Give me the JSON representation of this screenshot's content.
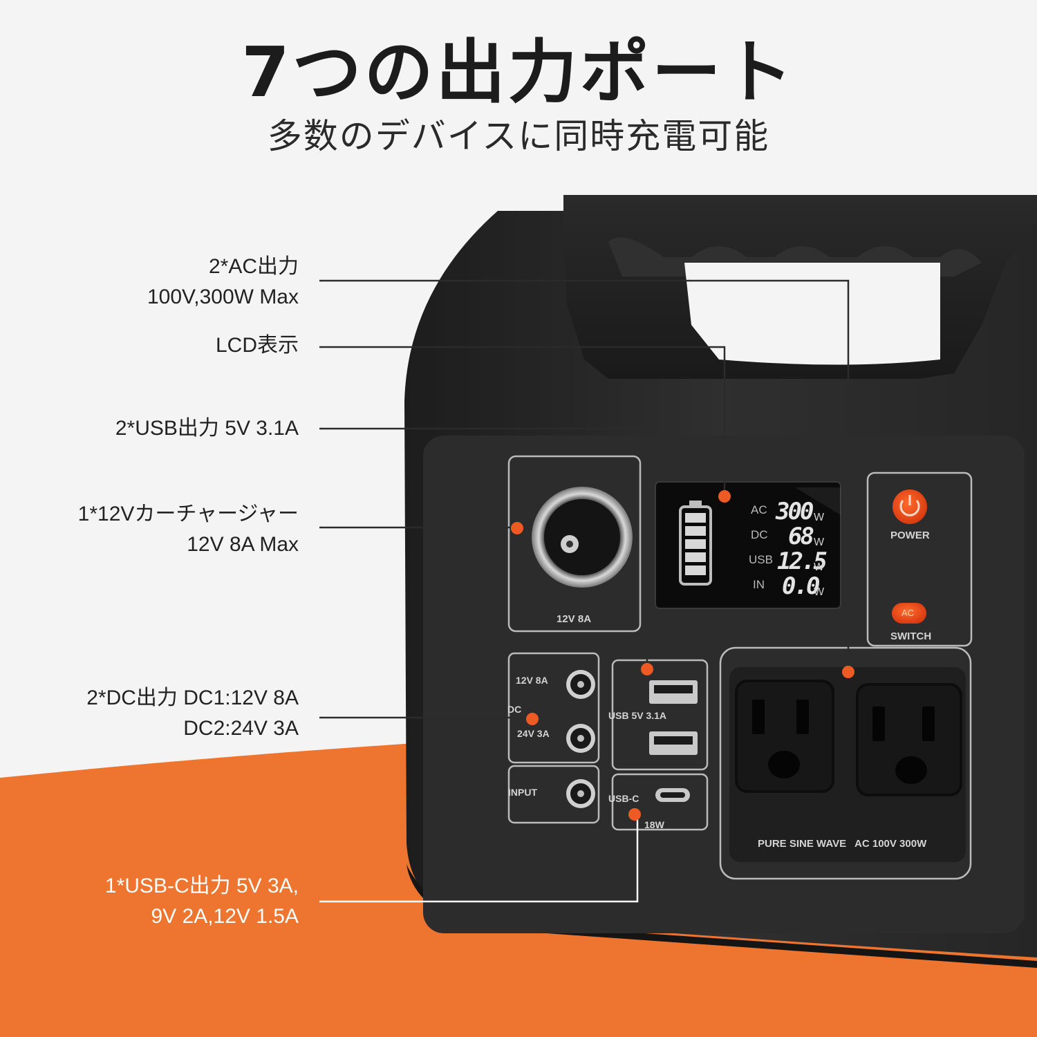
{
  "header": {
    "title": "7つの出力ポート",
    "subtitle": "多数のデバイスに同時充電可能"
  },
  "callouts": [
    {
      "id": "ac",
      "lines": [
        "2*AC出力",
        "100V,300W Max"
      ]
    },
    {
      "id": "lcd",
      "lines": [
        "LCD表示"
      ]
    },
    {
      "id": "usb",
      "lines": [
        "2*USB出力 5V 3.1A"
      ]
    },
    {
      "id": "car",
      "lines": [
        "1*12Vカーチャージャー",
        "12V 8A Max"
      ]
    },
    {
      "id": "dc",
      "lines": [
        "2*DC出力 DC1:12V 8A",
        "DC2:24V 3A"
      ]
    },
    {
      "id": "usbc",
      "lines": [
        "1*USB-C出力 5V 3A,",
        "9V 2A,12V 1.5A"
      ]
    }
  ],
  "device": {
    "car_label": "12V 8A",
    "dc_label": "DC",
    "dc1_label": "12V 8A",
    "dc2_label": "24V 3A",
    "input_label": "INPUT",
    "usb_label": "USB 5V 3.1A",
    "usbc_label": "USB-C",
    "usbc_watt": "18W",
    "ac_label": "PURE SINE WAVE   AC 100V 300W",
    "power_label": "POWER",
    "switch_label": "SWITCH",
    "ac_button_label": "AC",
    "lcd": {
      "rows": [
        {
          "label": "AC",
          "value": "300",
          "unit": "W"
        },
        {
          "label": "DC",
          "value": "68",
          "unit": "W"
        },
        {
          "label": "USB",
          "value": "12.5",
          "unit": "W"
        },
        {
          "label": "IN",
          "value": "0.0",
          "unit": "W"
        }
      ]
    }
  },
  "colors": {
    "accent": "#ee7530",
    "body": "#2b2b2b",
    "background": "#f4f4f4"
  }
}
